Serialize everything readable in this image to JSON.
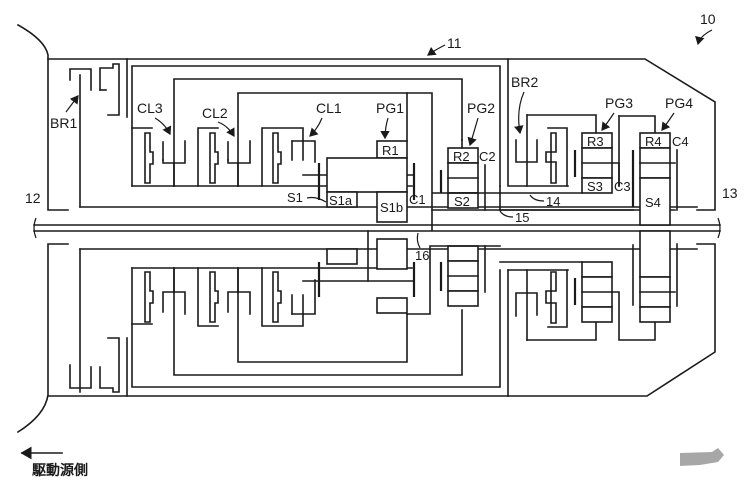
{
  "figure": {
    "reference_numbers": {
      "transmission": "10",
      "case": "11",
      "input_shaft": "12",
      "output_shaft": "13",
      "member_14": "14",
      "member_15": "15",
      "member_16": "16"
    },
    "brakes": [
      "BR1",
      "BR2"
    ],
    "clutches": [
      "CL1",
      "CL2",
      "CL3"
    ],
    "planetary_gears": [
      "PG1",
      "PG2",
      "PG3",
      "PG4"
    ],
    "ring_gears": [
      "R1",
      "R2",
      "R3",
      "R4"
    ],
    "sun_gears": [
      "S1",
      "S1a",
      "S1b",
      "S2",
      "S3",
      "S4"
    ],
    "carriers": [
      "C1",
      "C2",
      "C3",
      "C4"
    ],
    "drive_side_caption": "駆動源側",
    "drive_side_arrow": "left"
  },
  "colors": {
    "line": "#1a1a1a",
    "background": "#ffffff"
  }
}
